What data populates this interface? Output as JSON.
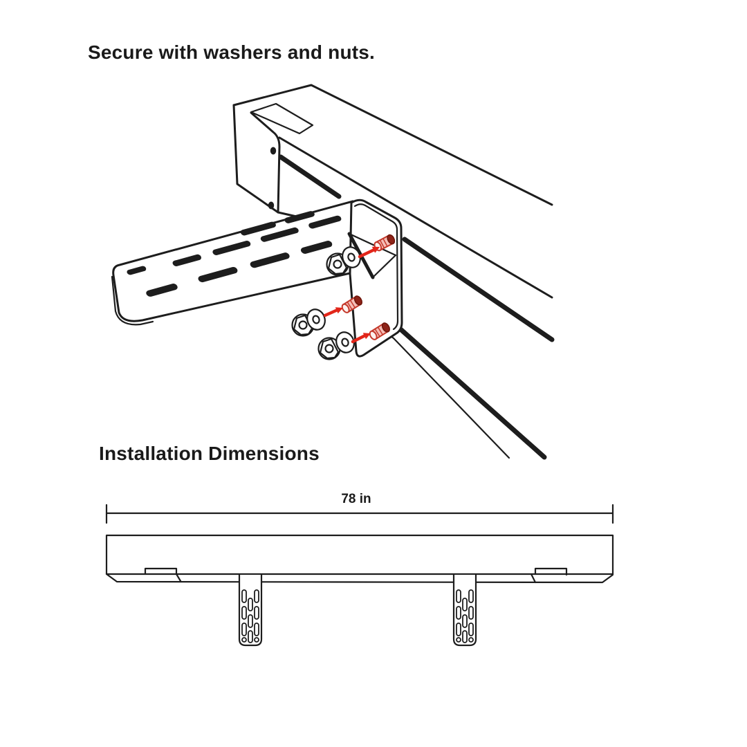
{
  "instruction": {
    "title": "Secure with washers and nuts."
  },
  "dimensions_section": {
    "heading": "Installation Dimensions",
    "width_label": "78 in"
  },
  "diagram": {
    "parts": [
      "bed-rail",
      "slotted-bracket-arm",
      "bracket-plate",
      "flange-bolt",
      "flat-washer",
      "hex-flange-nut"
    ],
    "bolt_count": 3,
    "nut_count": 3,
    "washer_count": 3,
    "front_view_bracket_count": 2
  },
  "colors": {
    "line": "#1d1d1d",
    "accent_red": "#e2261a",
    "bolt_body": "#f5bdb6",
    "bolt_outline": "#c4392b",
    "bolt_end_dark": "#8e2318"
  }
}
